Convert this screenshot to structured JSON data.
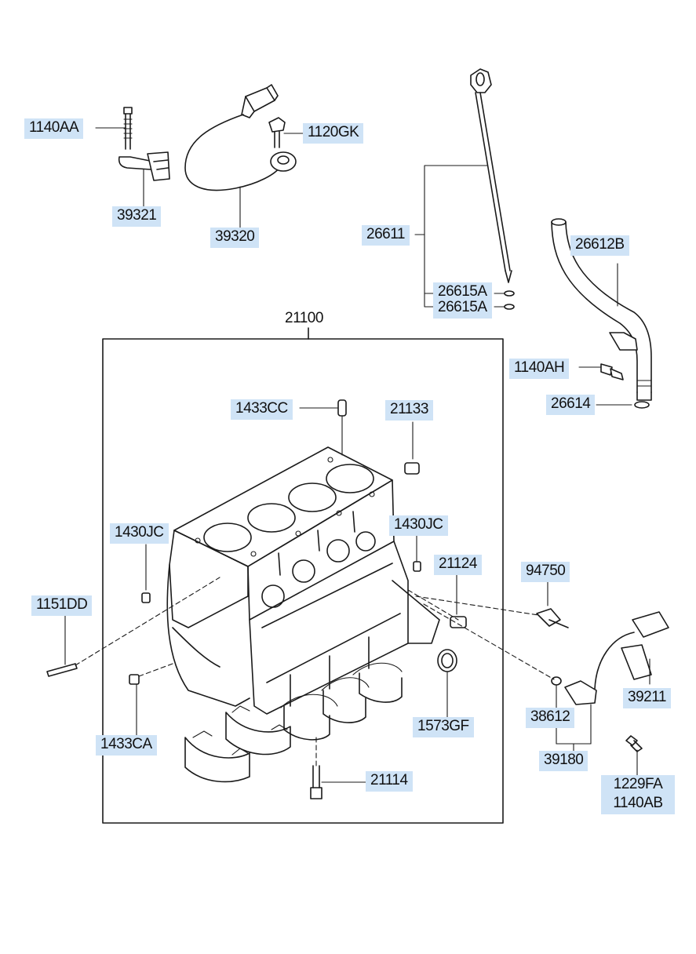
{
  "labels": {
    "l_1140AA": "1140AA",
    "l_39321": "39321",
    "l_1120GK": "1120GK",
    "l_39320": "39320",
    "l_26611": "26611",
    "l_26615A_1": "26615A",
    "l_26615A_2": "26615A",
    "l_26612B": "26612B",
    "l_1140AH": "1140AH",
    "l_26614": "26614",
    "l_21100": "21100",
    "l_1433CC": "1433CC",
    "l_21133": "21133",
    "l_1430JC_1": "1430JC",
    "l_1430JC_2": "1430JC",
    "l_21124": "21124",
    "l_94750": "94750",
    "l_1151DD": "1151DD",
    "l_39211": "39211",
    "l_38612": "38612",
    "l_1573GF": "1573GF",
    "l_1433CA": "1433CA",
    "l_39180": "39180",
    "l_21114": "21114",
    "l_1229FA": "1229FA",
    "l_1140AB": "1140AB"
  }
}
